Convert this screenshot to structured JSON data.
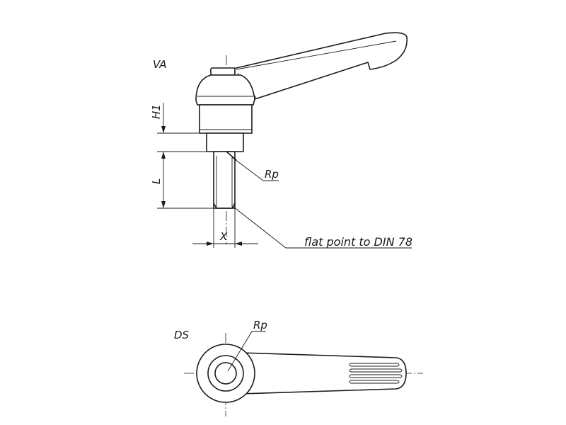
{
  "views": {
    "side": {
      "label": "VA"
    },
    "top": {
      "label": "DS"
    }
  },
  "dimensions": {
    "h1": "H1",
    "l": "L",
    "x": "X"
  },
  "callouts": {
    "thread_side": "Rp",
    "thread_top": "Rp",
    "point": "flat point to DIN 78"
  }
}
